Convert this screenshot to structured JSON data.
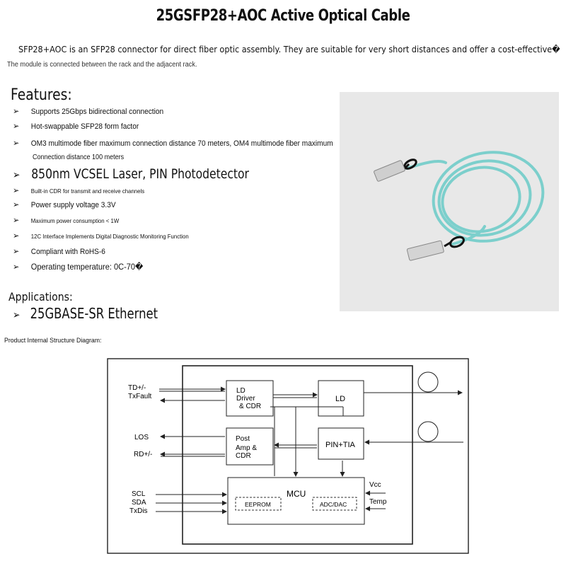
{
  "title": "25GSFP28+AOC Active Optical Cable",
  "intro": {
    "line1": "SFP28+AOC is an SFP28 connector for direct fiber optic assembly. They are suitable for very short distances and offer a cost-effective�",
    "line2": "The module is connected between the rack and the adjacent rack."
  },
  "features": {
    "heading": "Features:",
    "items": [
      "Supports 25Gbps bidirectional connection",
      "Hot-swappable SFP28 form factor",
      "OM3 multimode fiber maximum connection distance 70 meters, OM4 multimode fiber maximum",
      "850nm VCSEL Laser, PIN Photodetector",
      "Built-in CDR for transmit and receive channels",
      "Power supply voltage 3.3V",
      "Maximum power consumption < 1W",
      "12C Interface Implements Digital Diagnostic Monitoring Function",
      "Compliant with RoHS-6",
      "Operating temperature: 0C-70�"
    ],
    "continuation": "Connection distance 100 meters"
  },
  "applications": {
    "heading": "Applications:",
    "items": [
      "25GBASE-SR Ethernet"
    ]
  },
  "diagram": {
    "caption": "Product Internal Structure Diagram:",
    "signals": {
      "td": "TD+/-",
      "txfault": "TxFault",
      "los": "LOS",
      "rd": "RD+/-",
      "scl": "SCL",
      "sda": "SDA",
      "txdis": "TxDis",
      "vcc": "Vcc",
      "temp": "Temp"
    },
    "blocks": {
      "ld_driver": [
        "LD",
        "Driver",
        "& CDR"
      ],
      "ld": "LD",
      "post_amp": [
        "Post",
        "Amp  &",
        "CDR"
      ],
      "pin_tia": "PIN+TIA",
      "mcu": "MCU",
      "eeprom": "EEPROM",
      "adc_dac": "ADC/DAC"
    }
  },
  "colors": {
    "cable": "#7ccfcc",
    "photo_bg": "#e8e8e8"
  }
}
